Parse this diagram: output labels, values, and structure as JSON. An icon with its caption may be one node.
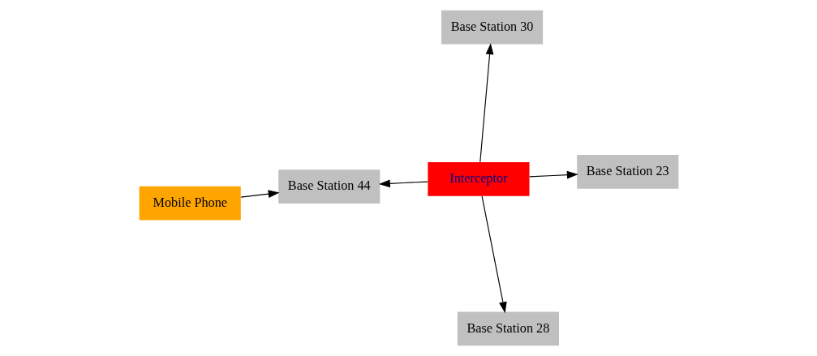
{
  "diagram": {
    "nodes": [
      {
        "text": [
          "Base Station 28"
        ]
      },
      {
        "text": [
          "Base Station 23"
        ]
      },
      {
        "text": [
          "Mobile Phone"
        ]
      },
      {
        "text": [
          "Base Station 44"
        ]
      },
      {
        "text": [
          "Interceptor"
        ]
      },
      {
        "text": [
          "Base Station 30"
        ]
      }
    ],
    "edges": [
      {
        "from": 4,
        "to": 1,
        "arrow": "to"
      },
      {
        "from": 4,
        "to": 0,
        "arrow": "to"
      },
      {
        "from": 4,
        "to": 3,
        "arrow": "to"
      },
      {
        "from": 2,
        "to": 3,
        "arrow": "to"
      },
      {
        "from": 4,
        "to": 5,
        "arrow": "to"
      }
    ]
  }
}
